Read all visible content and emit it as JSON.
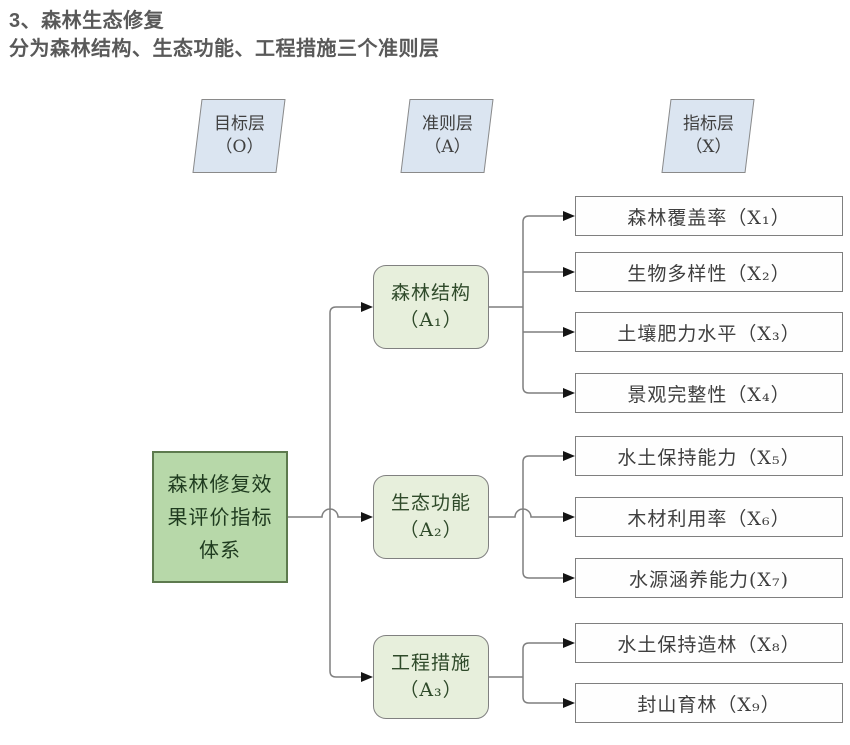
{
  "page": {
    "title": "3、森林生态修复",
    "subtitle": "分为森林结构、生态功能、工程措施三个准则层"
  },
  "diagram": {
    "layers": [
      {
        "label": "目标层",
        "code": "（O）"
      },
      {
        "label": "准则层",
        "code": "（A）"
      },
      {
        "label": "指标层",
        "code": "（X）"
      }
    ],
    "goal": {
      "label": "森林修复效果评价指标体系"
    },
    "criteria": [
      {
        "label": "森林结构",
        "code": "（A₁）"
      },
      {
        "label": "生态功能",
        "code": "（A₂）"
      },
      {
        "label": "工程措施",
        "code": "（A₃）"
      }
    ],
    "indicators": [
      "森林覆盖率（X₁）",
      "生物多样性（X₂）",
      "土壤肥力水平（X₃）",
      "景观完整性（X₄）",
      "水土保持能力（X₅）",
      "木材利用率（X₆）",
      "水源涵养能力(X₇)",
      "水土保持造林（X₈）",
      "封山育林（X₉）"
    ]
  },
  "colors": {
    "goal_fill": "#b7d8a9",
    "goal_border": "#5d7a4e",
    "criteria_fill": "#e7efdc",
    "criteria_border": "#808080",
    "layer_fill": "#dbe5f1",
    "indicator_border": "#7f7f7f",
    "line_gray": "#7f7f7f",
    "arrow_black": "#141414",
    "title_gray": "#595959"
  }
}
